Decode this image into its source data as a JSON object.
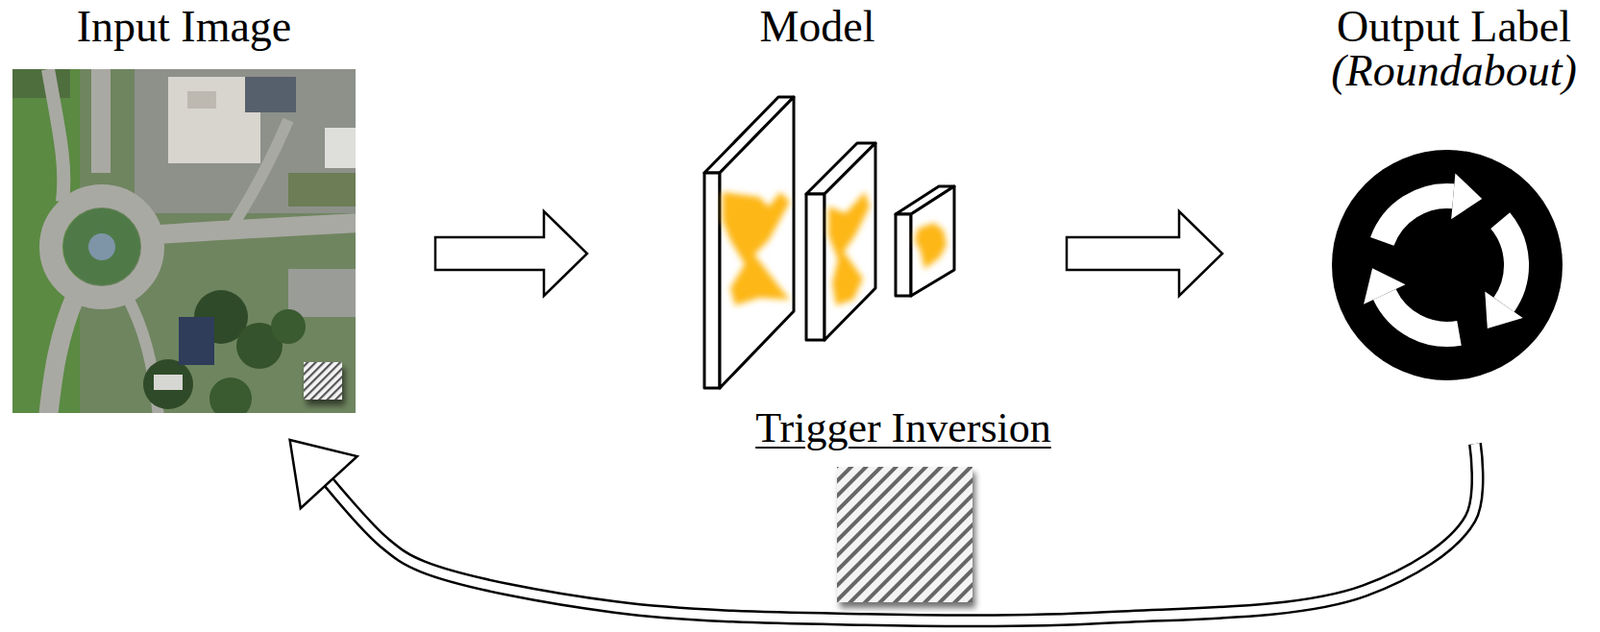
{
  "diagram": {
    "nodes": [
      {
        "text": [
          "Input Image"
        ]
      },
      {
        "text": [
          "Model"
        ]
      },
      {
        "text": [
          "Output Label",
          "(Roundabout)"
        ]
      }
    ],
    "edges": [
      {
        "from": 0,
        "to": 1,
        "arrow": "to"
      },
      {
        "from": 1,
        "to": 2,
        "arrow": "to"
      },
      {
        "from": 2,
        "to": 0,
        "arrow": "to",
        "label": "Trigger Inversion"
      }
    ]
  }
}
